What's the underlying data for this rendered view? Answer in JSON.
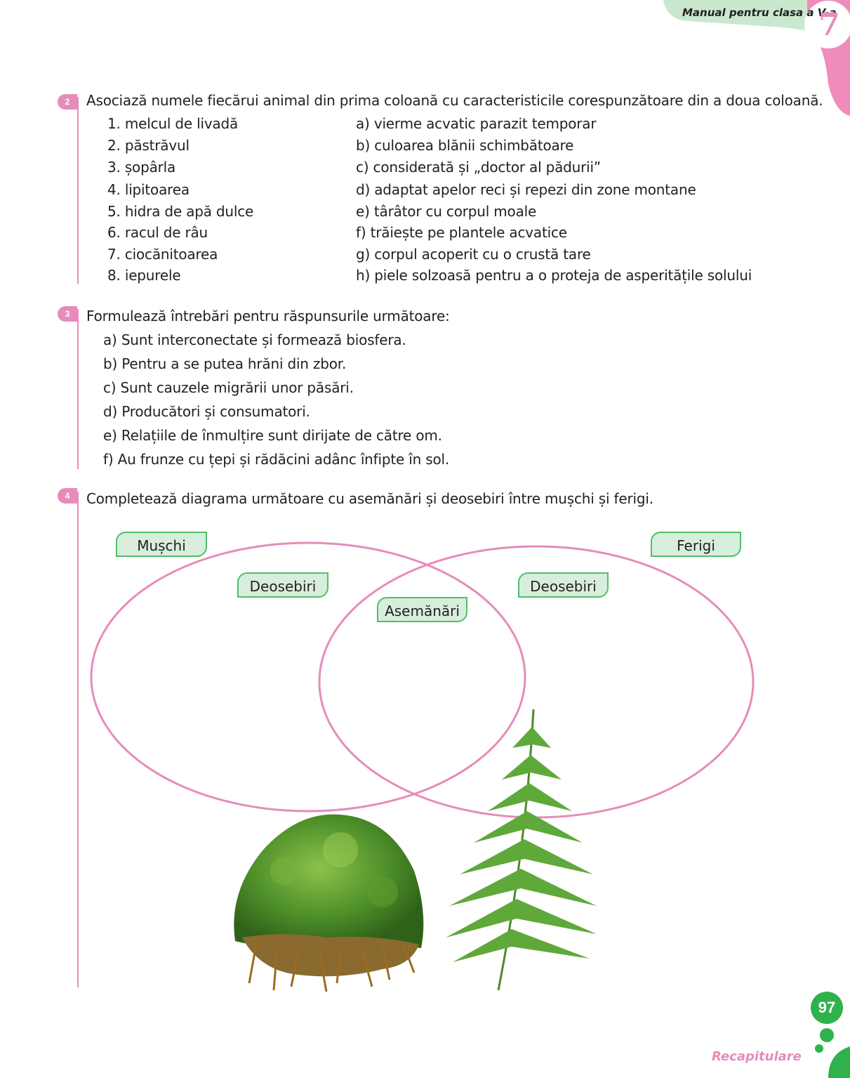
{
  "header": {
    "manual_title": "Manual pentru clasa a V-a",
    "chapter_number": "7"
  },
  "exercise2": {
    "number": "2",
    "prompt": "Asociază numele fiecărui animal din prima coloană cu caracteristicile corespunzătoare din a doua coloană.",
    "left": [
      "1. melcul de livadă",
      "2. păstrăvul",
      "3. șopârla",
      "4. lipitoarea",
      "5. hidra de apă dulce",
      "6. racul de râu",
      "7. ciocănitoarea",
      "8. iepurele"
    ],
    "right": [
      "a) vierme acvatic parazit temporar",
      "b) culoarea blănii schimbătoare",
      "c) considerată și „doctor al pădurii”",
      "d) adaptat apelor reci și repezi din zone montane",
      "e) târâtor cu corpul moale",
      "f) trăiește pe plantele acvatice",
      "g) corpul acoperit cu o crustă tare",
      "h) piele solzoasă pentru a o proteja de asperitățile solului"
    ]
  },
  "exercise3": {
    "number": "3",
    "prompt": "Formulează întrebări pentru răspunsurile următoare:",
    "items": [
      "a) Sunt interconectate și formează biosfera.",
      "b) Pentru a se putea hrăni din zbor.",
      "c) Sunt cauzele migrării unor păsări.",
      "d) Producători și consumatori.",
      "e) Relațiile de înmulțire sunt dirijate de către om.",
      "f) Au frunze cu țepi și rădăcini adânc înfipte în sol."
    ]
  },
  "exercise4": {
    "number": "4",
    "prompt": "Completează diagrama următoare cu asemănări și deosebiri între mușchi și ferigi.",
    "labels": {
      "left_title": "Mușchi",
      "right_title": "Ferigi",
      "left_diff": "Deosebiri",
      "right_diff": "Deosebiri",
      "common": "Asemănări"
    }
  },
  "footer": {
    "page_number": "97",
    "section": "Recapitulare"
  },
  "colors": {
    "accent_pink": "#e68cbb",
    "accent_green": "#4fbf6a",
    "label_fill": "#d8eedd",
    "header_green": "#c9e8cf"
  },
  "images": {
    "moss": "moss-photo",
    "fern": "fern-photo"
  }
}
